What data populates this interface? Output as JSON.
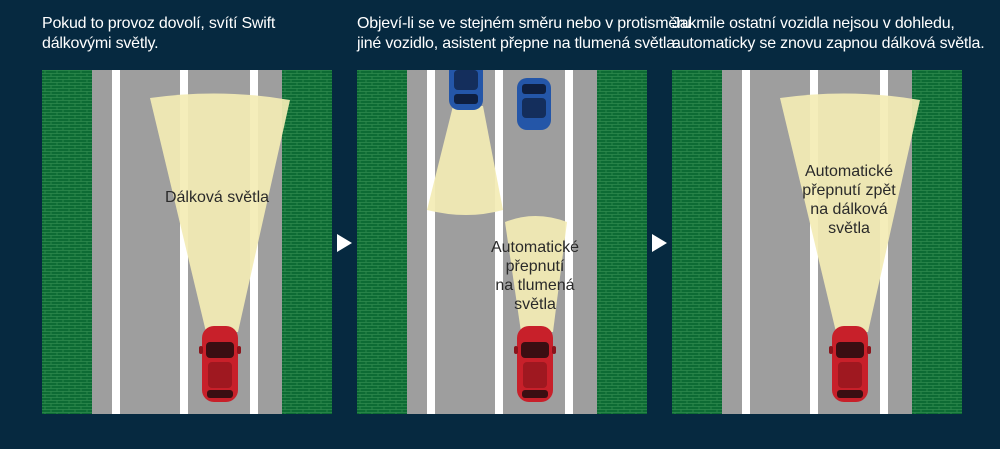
{
  "captions": [
    "Pokud to provoz dovolí, svítí Swift\ndálkovými světly.",
    "Objeví-li se ve stejném směru nebo v protisměru\njiné vozidlo, asistent přepne na tlumená světla.",
    "Jakmile ostatní vozidla nejsou v dohledu,\nautomaticky se znovu zapnou dálková světla."
  ],
  "beam_labels": [
    "Dálková světla",
    "Automatické\npřepnutí\nna tlumená\nsvětla",
    "Automatické\npřepnutí zpět\nna dálková\nsvětla"
  ],
  "colors": {
    "background": "#062940",
    "grass": "#0d6b34",
    "road": "#9e9e9e",
    "lane_line": "#ffffff",
    "beam": "#f3ecb5",
    "own_car": "#c8202a",
    "other_car": "#2456a8"
  },
  "icons": [
    "next-step-arrow-icon",
    "red-car-icon",
    "blue-car-icon"
  ]
}
